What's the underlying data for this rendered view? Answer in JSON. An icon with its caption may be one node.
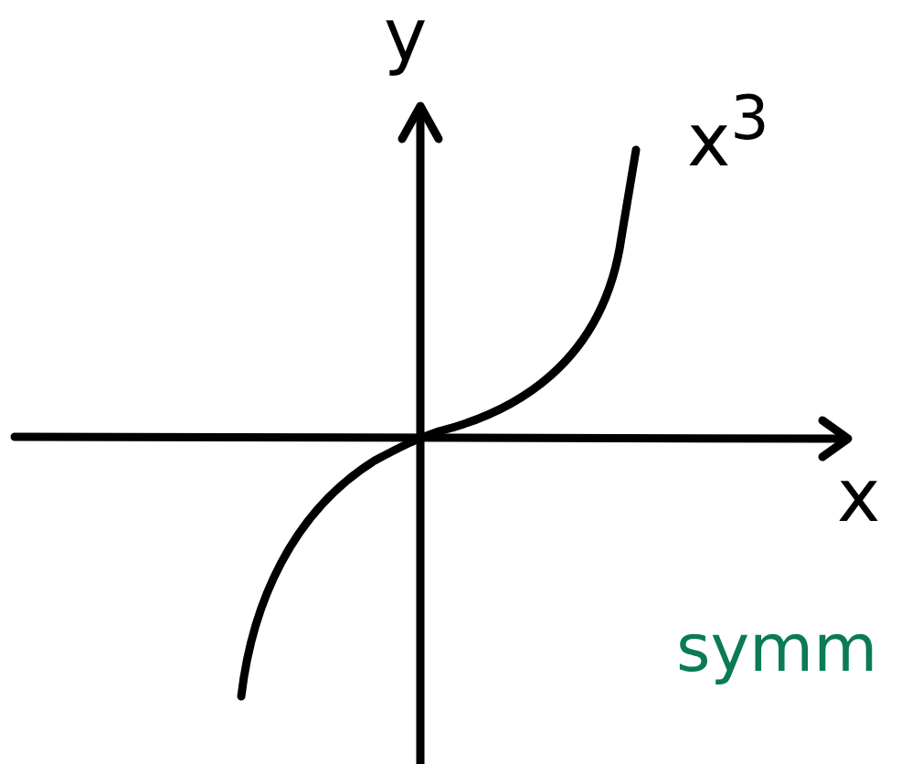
{
  "diagram": {
    "labels": [
      "y",
      "x$^{3}$",
      "x",
      "symm"
    ]
  }
}
